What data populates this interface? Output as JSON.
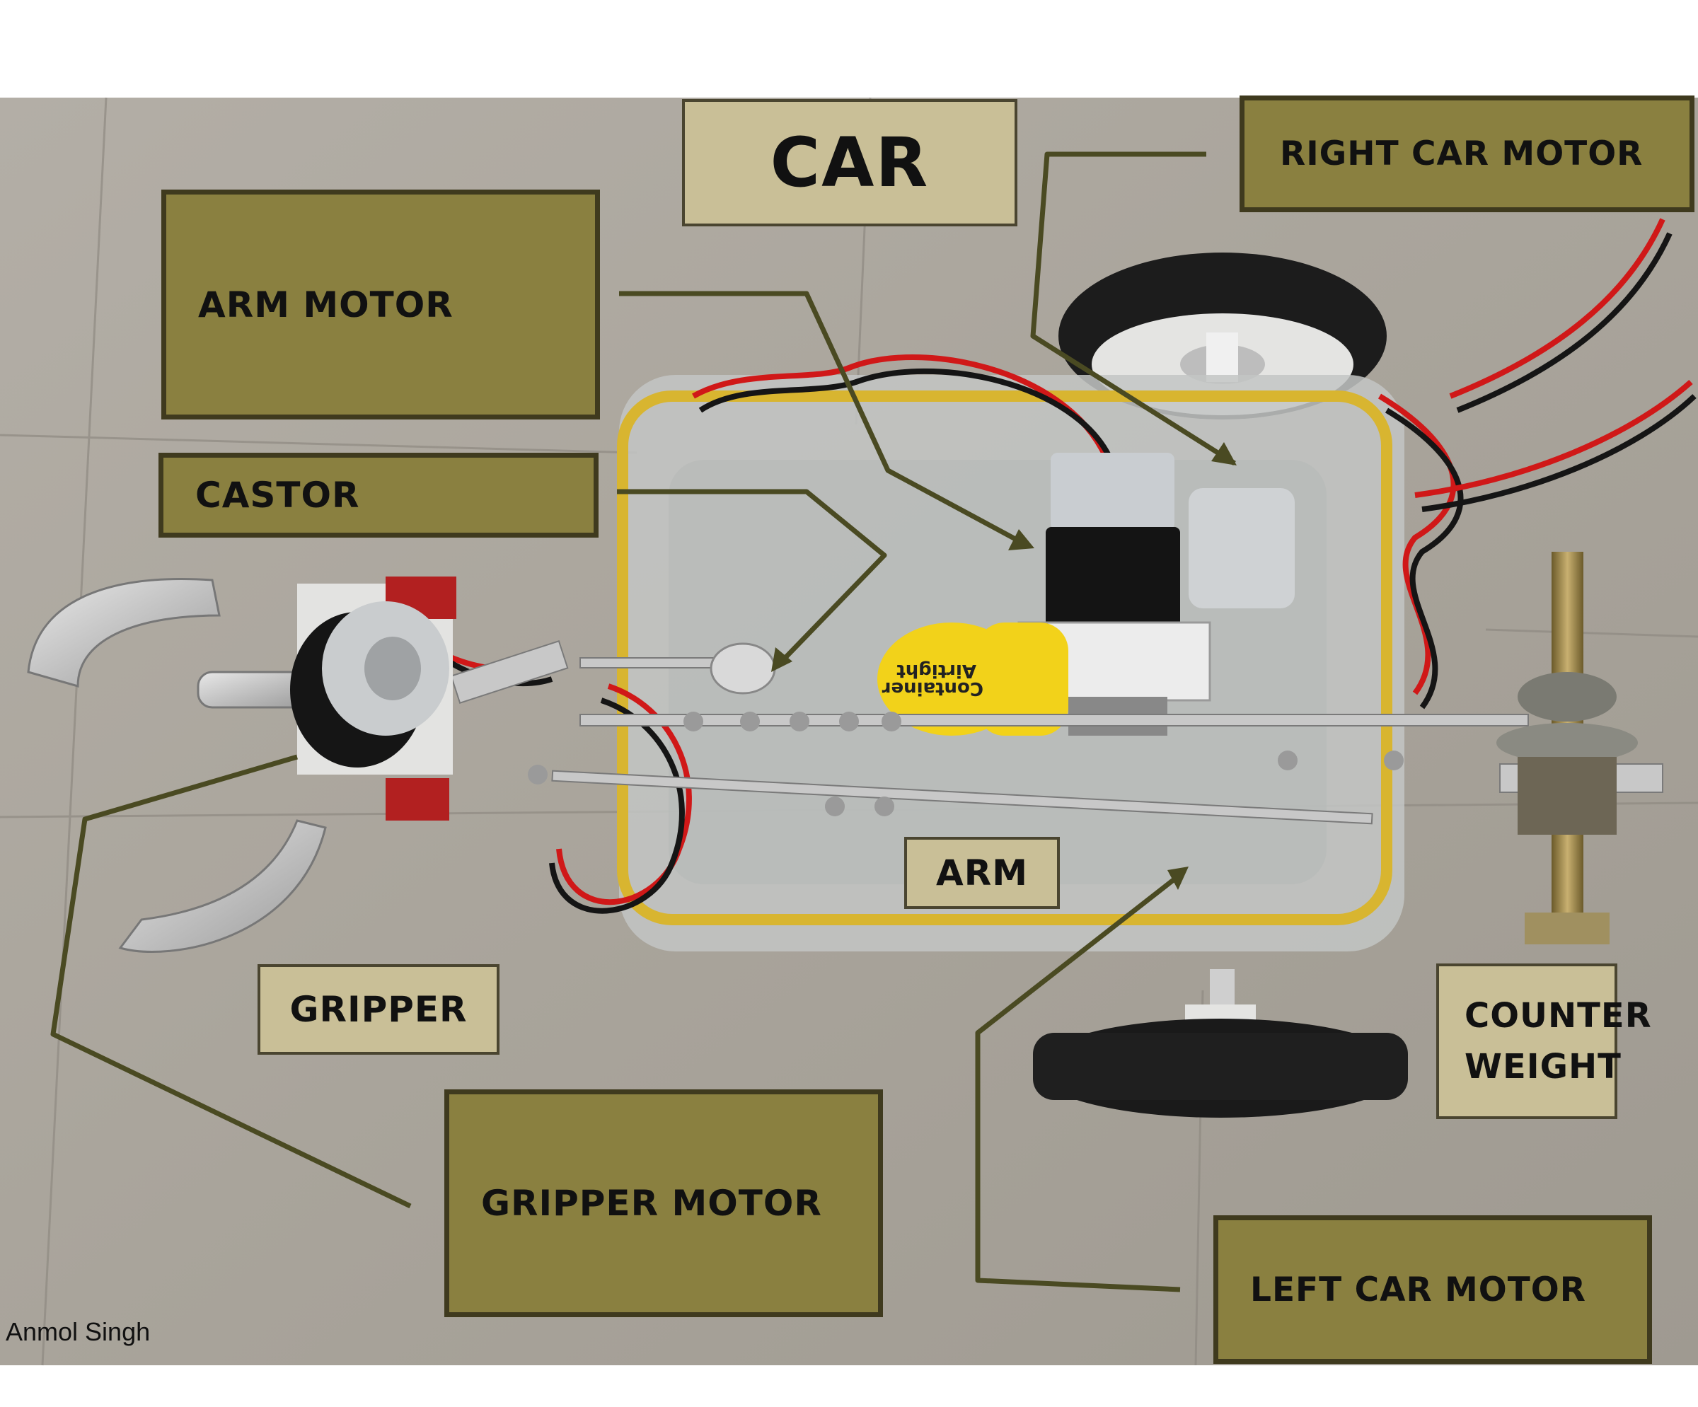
{
  "labels": {
    "car": "CAR",
    "arm_motor": "ARM MOTOR",
    "castor": "CASTOR",
    "right_car_motor": "RIGHT CAR MOTOR",
    "arm": "ARM",
    "gripper": "GRIPPER",
    "gripper_motor": "GRIPPER MOTOR",
    "left_car_motor": "LEFT CAR MOTOR",
    "counter_weight_line1": "COUNTER",
    "counter_weight_line2": "WEIGHT"
  },
  "container_text": {
    "line1": "Airtight",
    "line2": "Container"
  },
  "credit": "Anmol Singh",
  "colors": {
    "dark_box": "#8a8040",
    "light_box": "#c9bf97",
    "leader_line": "#4a4a22",
    "floor": "#aaa59d",
    "container_rim": "#d8b530",
    "wire_red": "#d01818",
    "wire_black": "#151515"
  }
}
